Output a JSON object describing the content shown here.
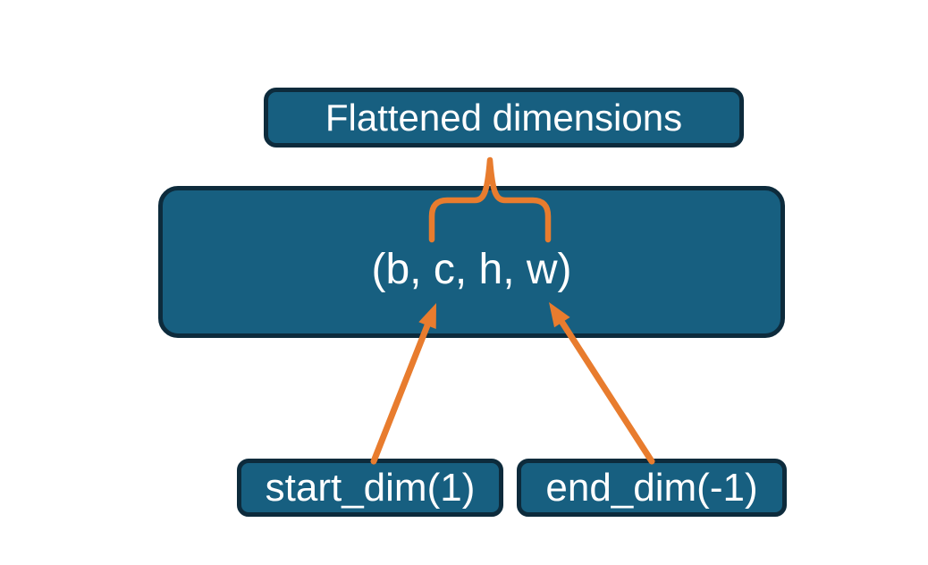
{
  "diagram": {
    "description": "Flatten operation dimensions diagram",
    "nodes": {
      "flattened": {
        "label": "Flattened dimensions"
      },
      "tensor": {
        "label": "(b, c, h, w)"
      },
      "start_dim": {
        "label": "start_dim(1)"
      },
      "end_dim": {
        "label": "end_dim(-1)"
      }
    },
    "connectors": {
      "brace": "curly-brace from Flattened dimensions label down over the c, h, w dimensions",
      "arrow_start_dim": "arrow from start_dim(1) box up to dimension c",
      "arrow_end_dim": "arrow from end_dim(-1) box up to dimension w"
    },
    "colors": {
      "node_fill": "#175f80",
      "node_border": "#0d2b3c",
      "connector": "#e87c2e",
      "text": "#ffffff",
      "background": "#ffffff"
    }
  }
}
